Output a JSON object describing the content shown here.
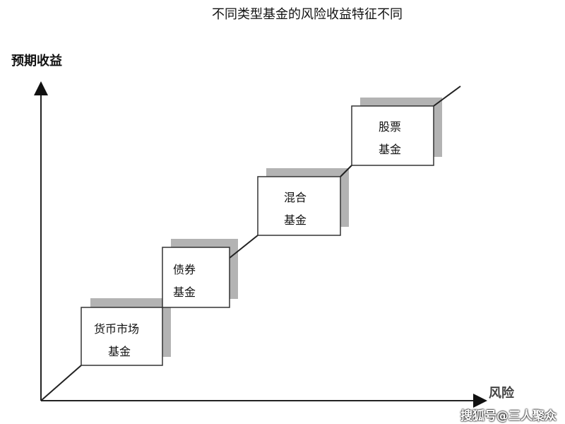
{
  "title": "不同类型基金的风险收益特征不同",
  "y_axis_label": "预期收益",
  "x_axis_label": "风险",
  "boxes": [
    {
      "line1": "货币市场",
      "line2": "基金"
    },
    {
      "line1": "债券",
      "line2": "基金"
    },
    {
      "line1": "混合",
      "line2": "基金"
    },
    {
      "line1": "股票",
      "line2": "基金"
    }
  ],
  "watermark": "搜狐号@三人聚众",
  "colors": {
    "shadow": "#b3b3b3",
    "line": "#222222"
  }
}
